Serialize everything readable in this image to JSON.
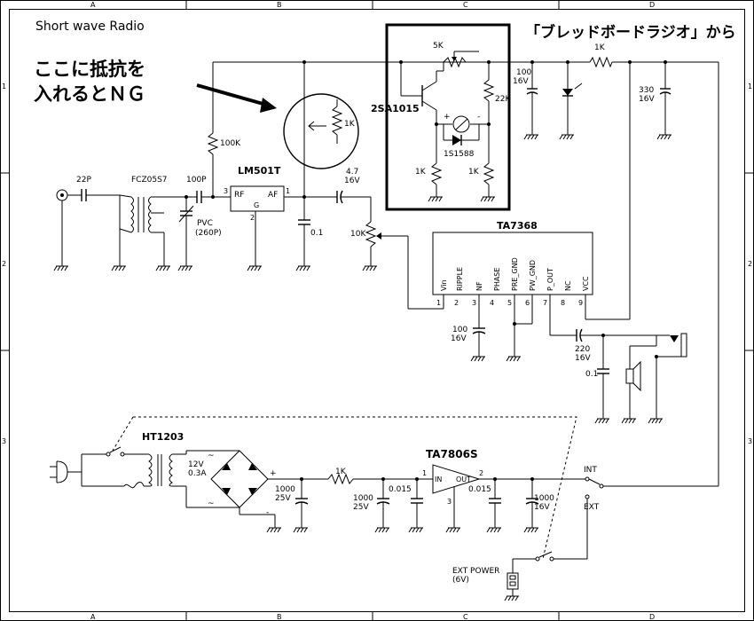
{
  "title": "Short wave Radio",
  "note_lines": [
    "ここに抵抗を",
    "入れるとＮＧ"
  ],
  "source_note": "「ブレッドボードラジオ」から",
  "grid": {
    "columns": [
      "A",
      "B",
      "C",
      "D"
    ],
    "rows": [
      "1",
      "2",
      "3"
    ]
  },
  "ics": {
    "lm501t": {
      "name": "LM501T",
      "rf": "RF",
      "af": "AF",
      "g": "G",
      "pin_rf": "3",
      "pin_af": "1",
      "pin_g": "2"
    },
    "ta7368": {
      "name": "TA7368",
      "pins": [
        "Vin",
        "RIPPLE",
        "NF",
        "PHASE",
        "PRE_GND",
        "PW_GND",
        "P_OUT",
        "NC",
        "VCC"
      ],
      "pin_numbers": [
        "1",
        "2",
        "3",
        "4",
        "5",
        "6",
        "7",
        "8",
        "9"
      ]
    },
    "ta7806s": {
      "name": "TA7806S",
      "in": "IN",
      "out": "OUT",
      "pin_in": "1",
      "pin_out": "2",
      "pin_gnd": "3"
    },
    "transistor": "2SA1015",
    "ht1203": "HT1203"
  },
  "parts": {
    "c22p": "22P",
    "coil": "FCZ05S7",
    "c100p": "100P",
    "pvc": "PVC",
    "pvc_val": "(260P)",
    "r100k": "100K",
    "c01_af": "0.1",
    "c47": "4.7",
    "c47_v": "16V",
    "vr10k": "10K",
    "r1k_probe": "1K",
    "vr5k": "5K",
    "r22k": "22K",
    "r1k_left": "1K",
    "r1k_right": "1K",
    "diode": "1S1588",
    "r1k_top": "1K",
    "c100_top": "100",
    "c100_top_v": "16V",
    "c330": "330",
    "c330_v": "16V",
    "c100_nf": "100",
    "c100_nf_v": "16V",
    "c220": "220",
    "c220_v": "16V",
    "c01_out": "0.1",
    "tr_v": "12V",
    "tr_a": "0.3A",
    "c1000a": "1000",
    "c1000a_v": "25V",
    "r1k_ps": "1K",
    "c1000b": "1000",
    "c1000b_v": "25V",
    "c0015a": "0.015",
    "c0015b": "0.015",
    "c1000c": "1000",
    "c1000c_v": "16V",
    "sw_int": "INT",
    "sw_ext": "EXT",
    "ext_power": "EXT POWER",
    "ext_power_v": "(6V)",
    "plus": "+",
    "minus": "-",
    "ac": "~"
  }
}
